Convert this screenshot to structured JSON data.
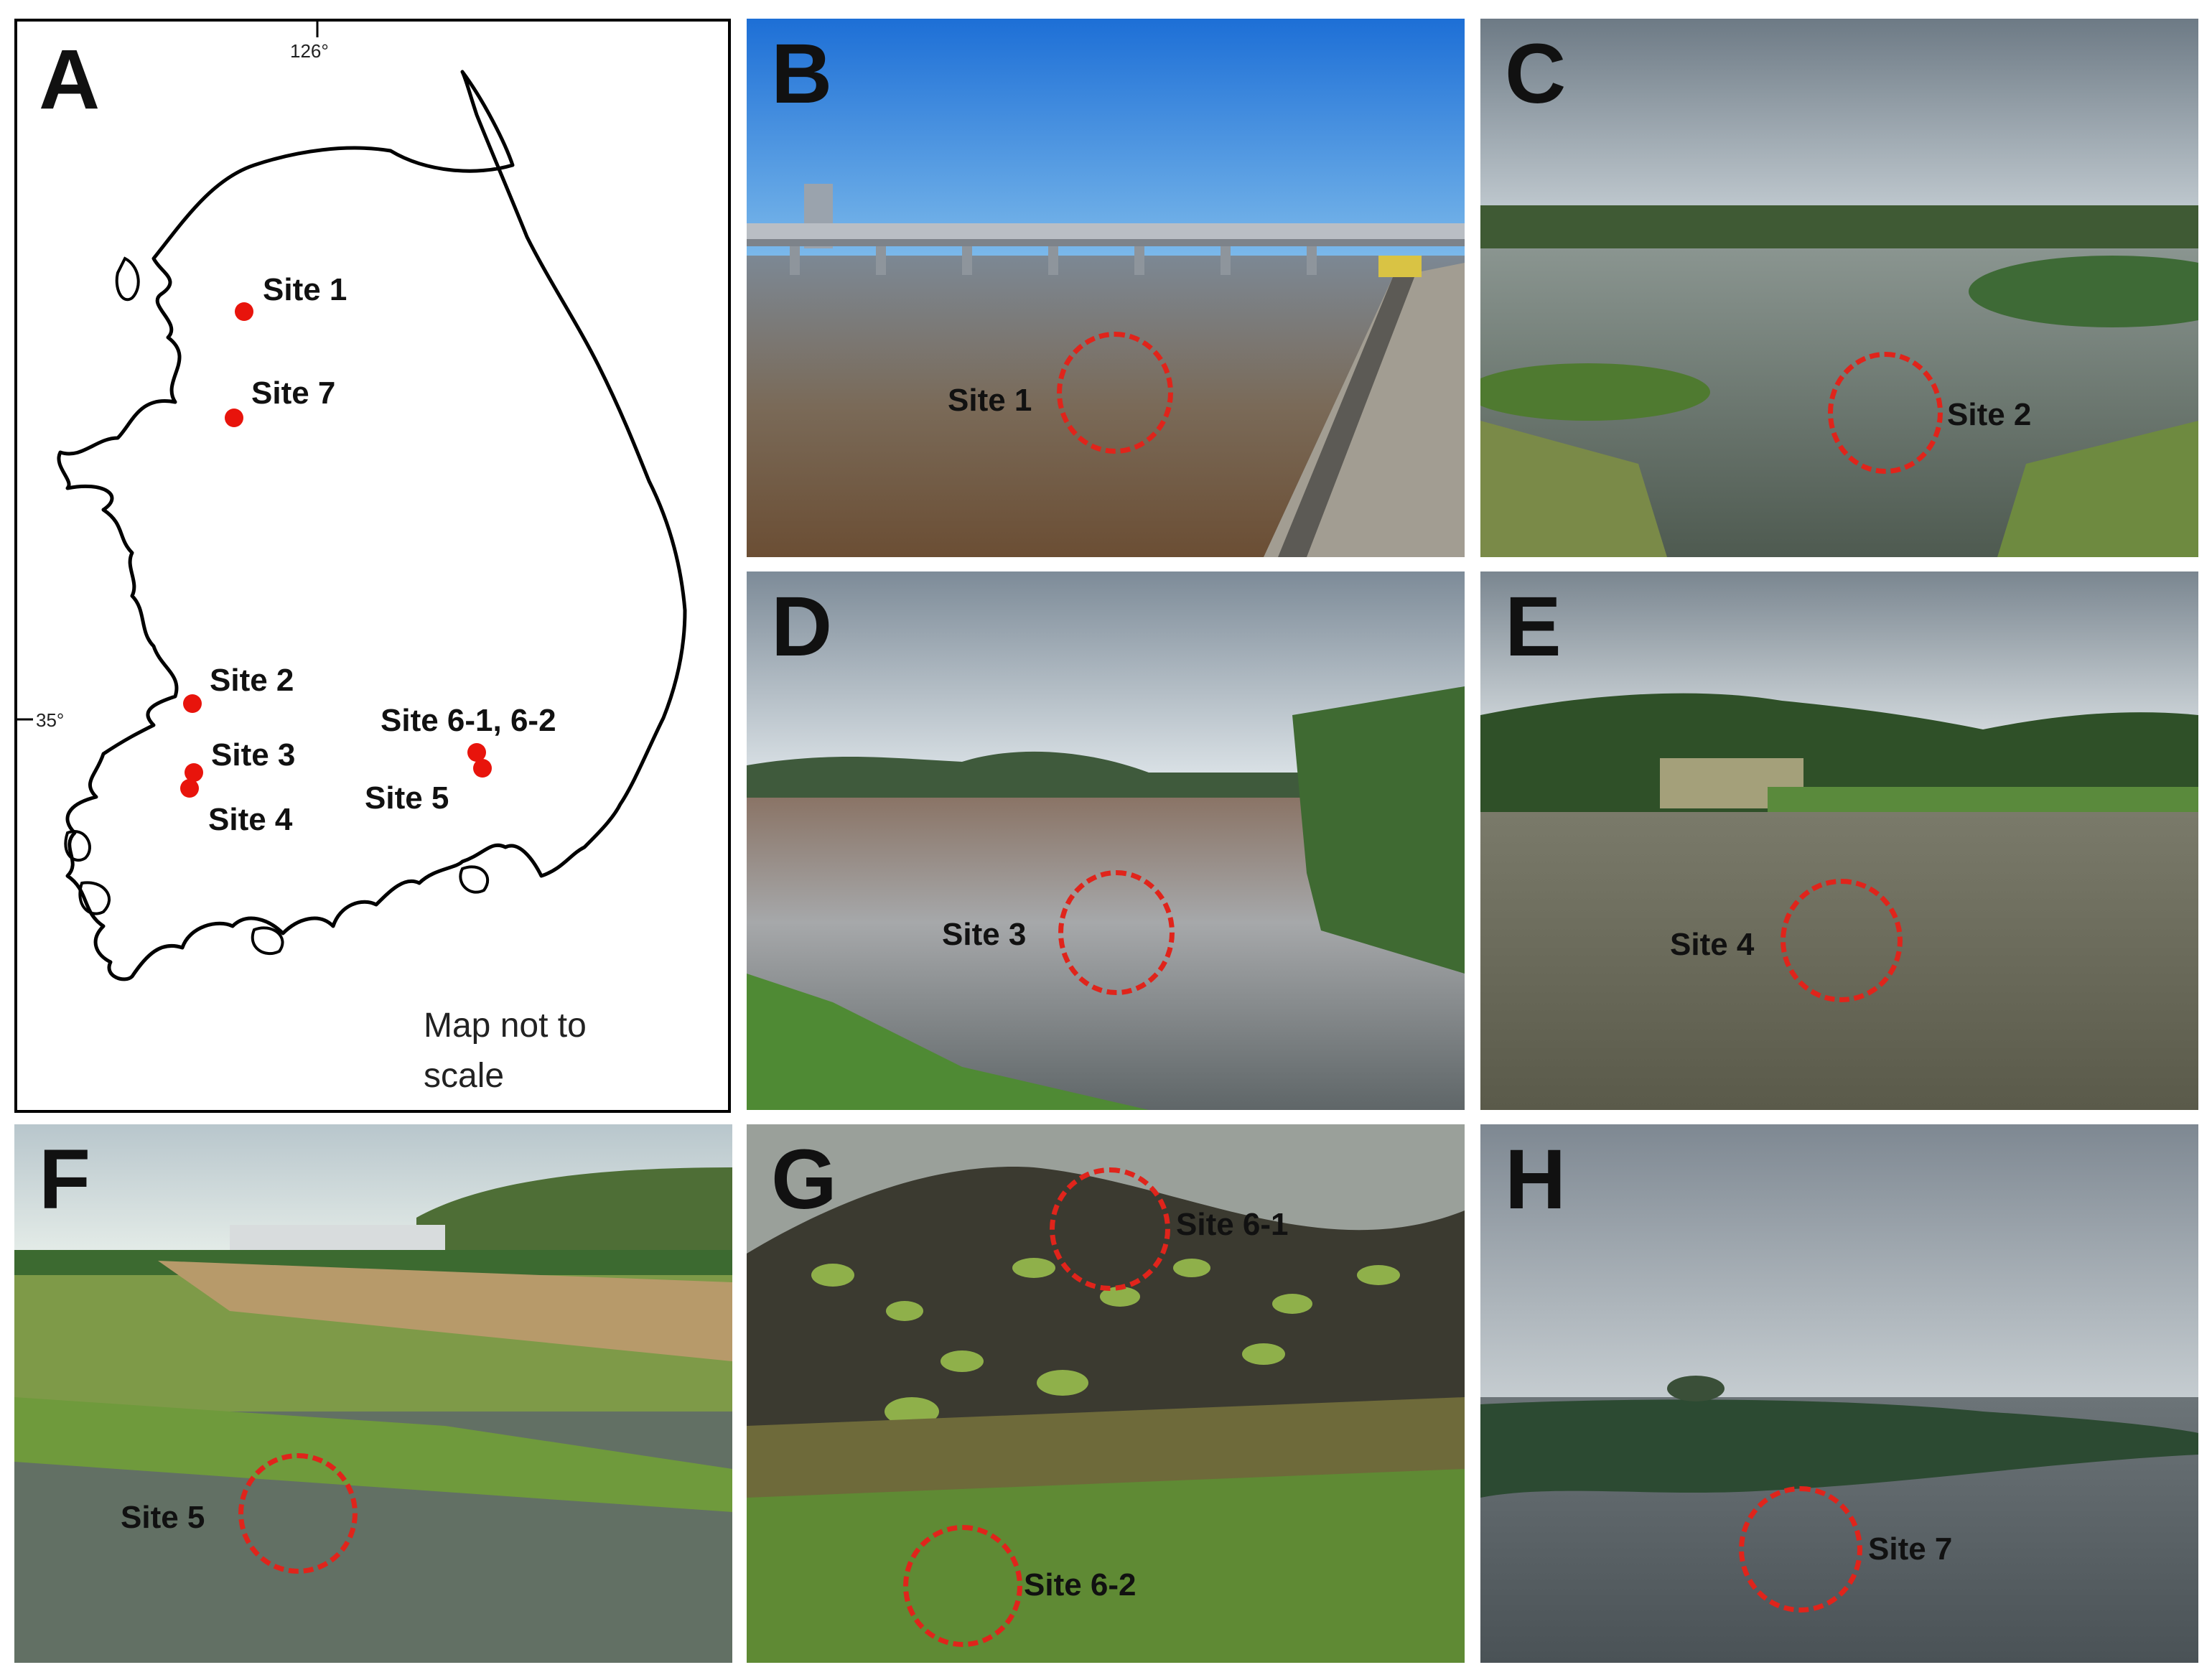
{
  "panels": {
    "a": {
      "letter": "A",
      "lon_label": "126°",
      "lat_label": "35°",
      "note_line1": "Map not to",
      "note_line2": "scale",
      "sites": {
        "s1": "Site 1",
        "s7": "Site 7",
        "s2": "Site 2",
        "s3": "Site 3",
        "s4": "Site 4",
        "s5": "Site 5",
        "s6": "Site 6-1, 6-2"
      }
    },
    "b": {
      "letter": "B",
      "site": "Site 1"
    },
    "c": {
      "letter": "C",
      "site": "Site 2"
    },
    "d": {
      "letter": "D",
      "site": "Site 3"
    },
    "e": {
      "letter": "E",
      "site": "Site 4"
    },
    "f": {
      "letter": "F",
      "site": "Site 5"
    },
    "g": {
      "letter": "G",
      "site_1": "Site 6-1",
      "site_2": "Site 6-2"
    },
    "h": {
      "letter": "H",
      "site": "Site 7"
    }
  },
  "colors": {
    "marker_red": "#e0241b",
    "dot_red": "#e8140c"
  }
}
